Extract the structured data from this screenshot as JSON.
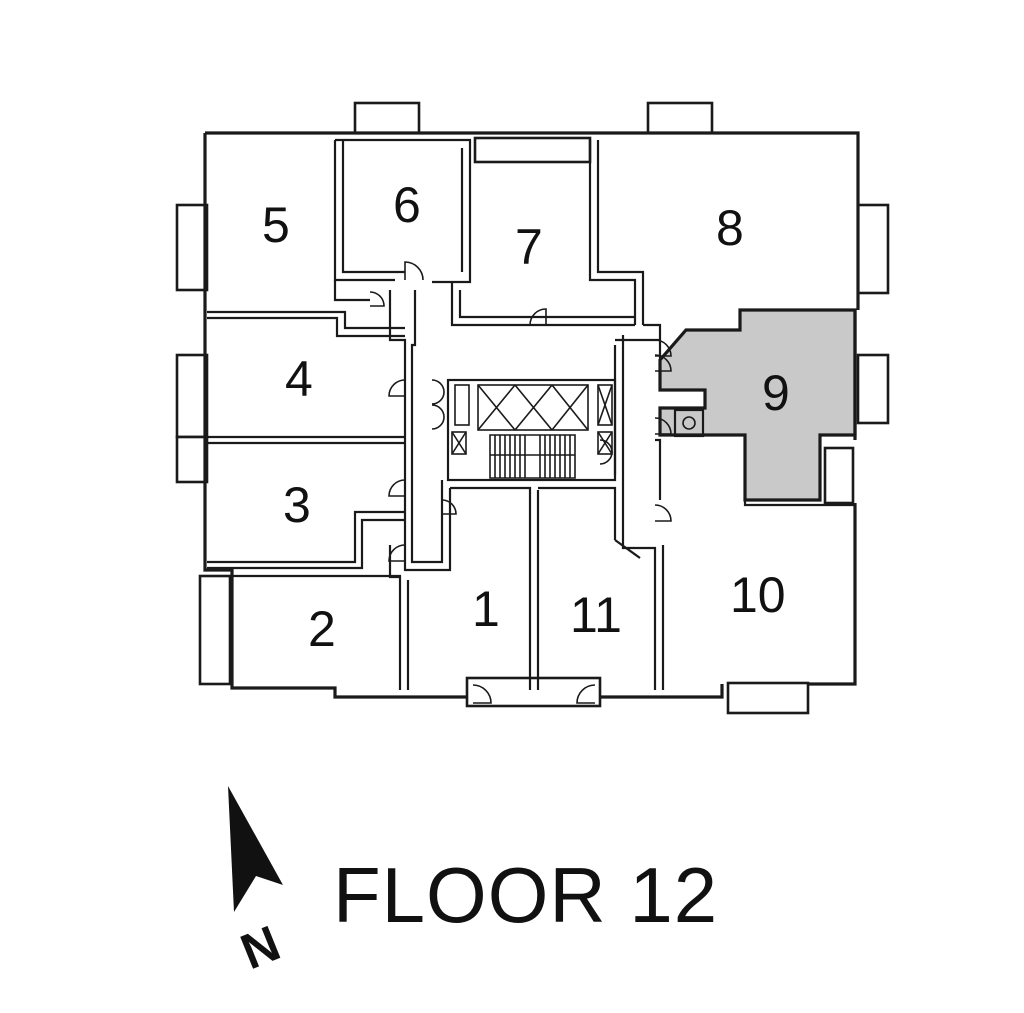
{
  "floor_title": "FLOOR 12",
  "north_label": "N",
  "highlighted_unit": "9",
  "colors": {
    "wall": "#1a1a1a",
    "highlight": "#c9c9c9",
    "background": "#ffffff"
  },
  "units": [
    {
      "id": "u1",
      "label": "1"
    },
    {
      "id": "u2",
      "label": "2"
    },
    {
      "id": "u3",
      "label": "3"
    },
    {
      "id": "u4",
      "label": "4"
    },
    {
      "id": "u5",
      "label": "5"
    },
    {
      "id": "u6",
      "label": "6"
    },
    {
      "id": "u7",
      "label": "7"
    },
    {
      "id": "u8",
      "label": "8"
    },
    {
      "id": "u9",
      "label": "9"
    },
    {
      "id": "u10",
      "label": "10"
    },
    {
      "id": "u11",
      "label": "11"
    }
  ],
  "icons": {
    "north_arrow": "north-arrow-icon"
  }
}
